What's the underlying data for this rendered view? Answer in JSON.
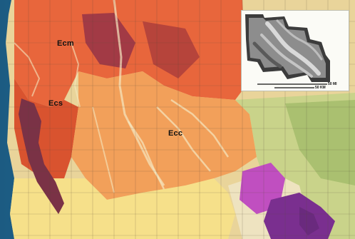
{
  "map": {
    "units": [
      {
        "label": "Ecm"
      },
      {
        "label": "Ecs"
      },
      {
        "label": "Ecc"
      }
    ],
    "colors": {
      "ecm": "#e8663c",
      "ecs": "#7a3246",
      "ecc": "#f2a05a",
      "alluvium": "#f6e08a",
      "younger": "#c9d38a",
      "magenta": "#c04fc0",
      "purple": "#7a2f8f",
      "frame": "#1f5f86"
    }
  },
  "inset": {
    "scale_miles": "50 MI",
    "scale_km": "50 KM"
  }
}
